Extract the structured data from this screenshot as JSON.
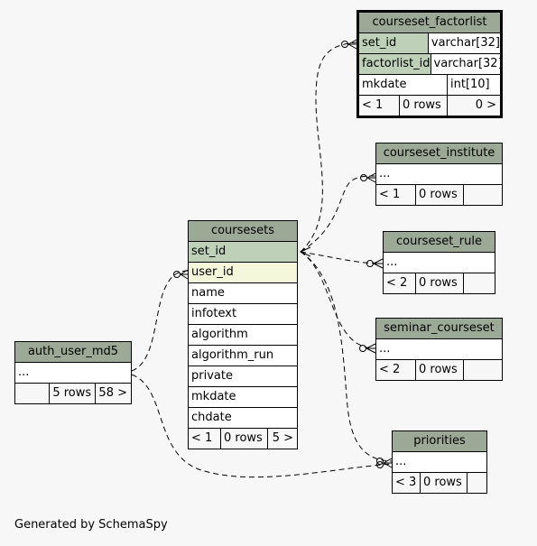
{
  "tables": {
    "courseset_factorlist": {
      "name": "courseset_factorlist",
      "columns": [
        {
          "name": "set_id",
          "type": "varchar[32]"
        },
        {
          "name": "factorlist_id",
          "type": "varchar[32]"
        },
        {
          "name": "mkdate",
          "type": "int[10]"
        }
      ],
      "stats": {
        "parents": "< 1",
        "rows": "0 rows",
        "children": "0 >"
      }
    },
    "courseset_institute": {
      "name": "courseset_institute",
      "columns": [
        {
          "name": "..."
        }
      ],
      "stats": {
        "parents": "< 1",
        "rows": "0 rows",
        "children": ""
      }
    },
    "courseset_rule": {
      "name": "courseset_rule",
      "columns": [
        {
          "name": "..."
        }
      ],
      "stats": {
        "parents": "< 2",
        "rows": "0 rows",
        "children": ""
      }
    },
    "seminar_courseset": {
      "name": "seminar_courseset",
      "columns": [
        {
          "name": "..."
        }
      ],
      "stats": {
        "parents": "< 2",
        "rows": "0 rows",
        "children": ""
      }
    },
    "coursesets": {
      "name": "coursesets",
      "columns": [
        {
          "name": "set_id"
        },
        {
          "name": "user_id"
        },
        {
          "name": "name"
        },
        {
          "name": "infotext"
        },
        {
          "name": "algorithm"
        },
        {
          "name": "algorithm_run"
        },
        {
          "name": "private"
        },
        {
          "name": "mkdate"
        },
        {
          "name": "chdate"
        }
      ],
      "stats": {
        "parents": "< 1",
        "rows": "0 rows",
        "children": "5 >"
      }
    },
    "auth_user_md5": {
      "name": "auth_user_md5",
      "columns": [
        {
          "name": "..."
        }
      ],
      "stats": {
        "parents": "",
        "rows": "5 rows",
        "children": "58 >"
      }
    },
    "priorities": {
      "name": "priorities",
      "columns": [
        {
          "name": "..."
        }
      ],
      "stats": {
        "parents": "< 3",
        "rows": "0 rows",
        "children": ""
      }
    }
  },
  "footer": "Generated by SchemaSpy",
  "colors": {
    "header": "#9ba996",
    "primary_key": "#bed1b8",
    "foreign_key": "#f4f7da",
    "background": "#f7f7f7"
  }
}
